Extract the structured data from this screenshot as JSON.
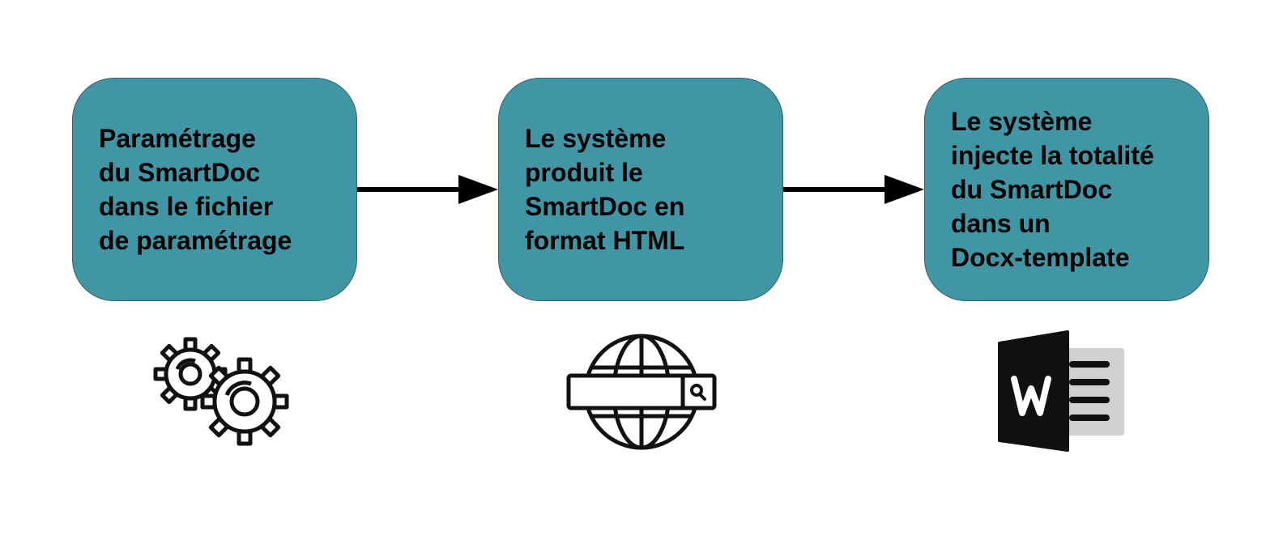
{
  "diagram": {
    "steps": [
      {
        "id": "step-1",
        "text": "Paramétrage\ndu SmartDoc\ndans le fichier\nde paramétrage",
        "icon": "gears-icon"
      },
      {
        "id": "step-2",
        "text": "Le système\nproduit le\nSmartDoc en\nformat HTML",
        "icon": "globe-search-icon"
      },
      {
        "id": "step-3",
        "text": "Le système\ninjecte la totalité\ndu SmartDoc\ndans un\nDocx-template",
        "icon": "word-document-icon"
      }
    ],
    "colors": {
      "box_fill": "#4096a5",
      "box_border": "#3a5f66",
      "arrow": "#000000",
      "icon": "#111111",
      "doc_page": "#d0d0d0"
    }
  }
}
